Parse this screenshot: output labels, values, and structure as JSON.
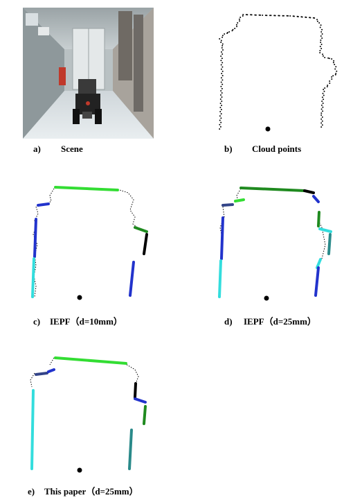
{
  "figure": {
    "panels": [
      {
        "id": "a",
        "label": "a)",
        "caption": "Scene"
      },
      {
        "id": "b",
        "label": "b)",
        "caption": "Cloud points"
      },
      {
        "id": "c",
        "label": "c)",
        "caption": "IEPF（d=10mm）"
      },
      {
        "id": "d",
        "label": "d)",
        "caption": "IEPF（d=25mm）"
      },
      {
        "id": "e",
        "label": "e)",
        "caption": "This paper（d=25mm）"
      }
    ]
  },
  "colors": {
    "points": "#000000",
    "bright_green": "#33dd33",
    "dark_green": "#1f8a1f",
    "blue": "#2233cc",
    "navy": "#334488",
    "cyan": "#33dddd",
    "teal": "#2a8a8a",
    "robot_dot": "#000000"
  }
}
